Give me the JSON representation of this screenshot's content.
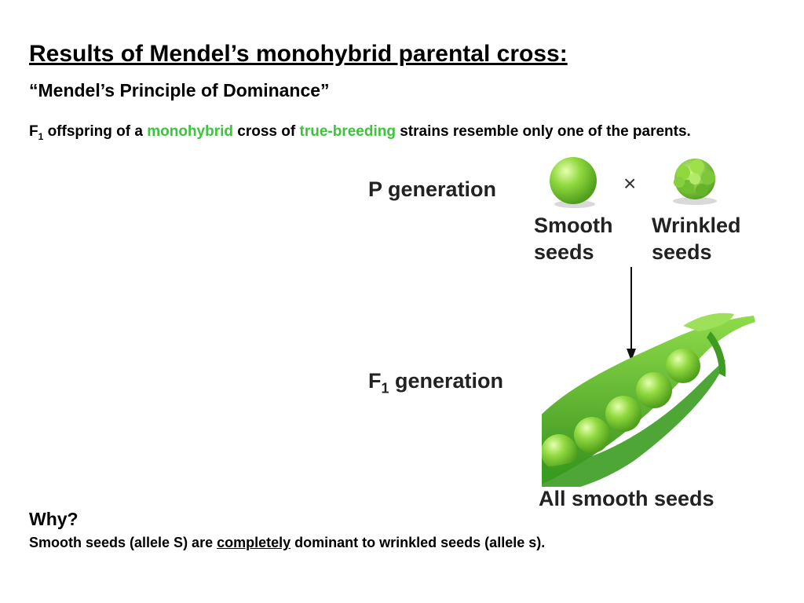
{
  "title": "Results of Mendel’s monohybrid parental cross:",
  "subtitle": "“Mendel’s Principle of Dominance”",
  "statement": {
    "f_letter": "F",
    "f_sub": "1",
    "part1": " offspring of a ",
    "highlight1": "monohybrid",
    "part2": " cross of ",
    "highlight2": "true-breeding",
    "part3": " strains resemble only one of the parents."
  },
  "figure": {
    "p_generation": "P generation",
    "cross_symbol": "×",
    "smooth_seeds": {
      "line1": "Smooth",
      "line2": "seeds"
    },
    "wrinkled_seeds": {
      "line1": "Wrinkled",
      "line2": "seeds"
    },
    "f1_letter": "F",
    "f1_sub": "1",
    "f1_rest": " generation",
    "pod_label": "All smooth seeds"
  },
  "why": {
    "label": "Why?",
    "part1": "Smooth seeds (allele S) are ",
    "emphasis": "completely",
    "part2": " dominant to wrinkled seeds (allele s)."
  },
  "colors": {
    "highlight_green": "#3cc43c",
    "pea_green": "#7ed13a",
    "pod_green": "#4caf2a"
  }
}
